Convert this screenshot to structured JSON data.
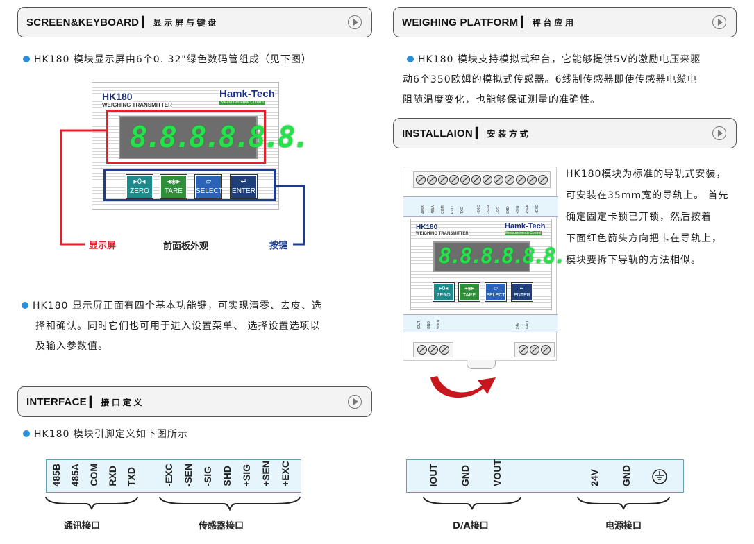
{
  "sections": {
    "screen": {
      "title_en": "SCREEN&KEYBOARD",
      "title_cn": "显 示 屏 与 键 盘"
    },
    "platform": {
      "title_en": "WEIGHING PLATFORM",
      "title_cn": "秤 台 应 用"
    },
    "install": {
      "title_en": "INSTALLAION",
      "title_cn": "安 装 方 式"
    },
    "interface": {
      "title_en": "INTERFACE",
      "title_cn": "接 口 定 义"
    }
  },
  "screen_para": "HK180 模块显示屏由6个0. 32\"绿色数码管组成（见下图）",
  "platform_para": [
    "HK180  模块支持模拟式秤台，它能够提供5V的激励电压来驱",
    "动6个350欧姆的模拟式传感器。6线制传感器即使传感器电缆电",
    "阻随温度变化，也能够保证测量的准确性。"
  ],
  "keys_para": [
    "HK180 显示屏正面有四个基本功能键，可实现清零、去皮、选",
    "择和确认。同时它们也可用于进入设置菜单、 选择设置选项以",
    "及输入参数值。"
  ],
  "install_para": [
    "HK180模块为标准的导轨式安装，",
    "可安装在35mm宽的导轨上。 首先",
    "确定固定卡锁已开锁，然后按着",
    "下面红色箭头方向把卡在导轨上，",
    "模块要拆下导轨的方法相似。"
  ],
  "interface_para": "HK180  模块引脚定义如下图所示",
  "device": {
    "model": "HK180",
    "subtitle": "WEIGHING TRANSMITTER",
    "brand": "Hamk-Tech",
    "brand_sub": "Measurement& Control",
    "display": "8.8.8.8.8.8.",
    "keys": [
      {
        "sym": "▸0◂",
        "label": "ZERO",
        "color": "#1f8a8c"
      },
      {
        "sym": "◂◈▸",
        "label": "TARE",
        "color": "#2f8f3a"
      },
      {
        "sym": "▱",
        "label": "SELECT",
        "color": "#2b63b8"
      },
      {
        "sym": "↵",
        "label": "ENTER",
        "color": "#1e3f78"
      }
    ],
    "label_display": "显示屏",
    "label_front": "前面板外观",
    "label_keys": "按键"
  },
  "module": {
    "model": "HK180",
    "subtitle": "WEIGHING TRANSMITTER",
    "brand": "Hamk-Tech",
    "brand_sub": "Measurement& Control",
    "display": "8.8.8.8.8.8.",
    "top_pins": [
      "485B",
      "485A",
      "COM",
      "RXD",
      "TXD",
      "-EXC",
      "-SEN",
      "-SIG",
      "SHD",
      "+SIG",
      "+SEN",
      "+EXC"
    ],
    "bottom_pins": [
      "IOUT",
      "GND",
      "VOUT",
      "24V",
      "GND"
    ]
  },
  "pins_left": {
    "comm": [
      "485B",
      "485A",
      "COM",
      "RXD",
      "TXD"
    ],
    "sensor": [
      "-EXC",
      "-SEN",
      "-SIG",
      "SHD",
      "+SIG",
      "+SEN",
      "+EXC"
    ],
    "cap_comm": "通讯接口",
    "cap_sensor": "传感器接口"
  },
  "pins_right": {
    "da": [
      "IOUT",
      "GND",
      "VOUT"
    ],
    "power": [
      "24V",
      "GND"
    ],
    "cap_da": "D/A接口",
    "cap_power": "电源接口"
  },
  "colors": {
    "accent_blue": "#2c8fd6",
    "red_frame": "#e0202a",
    "blue_frame": "#1e3c8c",
    "arrow_red": "#c8161e"
  }
}
